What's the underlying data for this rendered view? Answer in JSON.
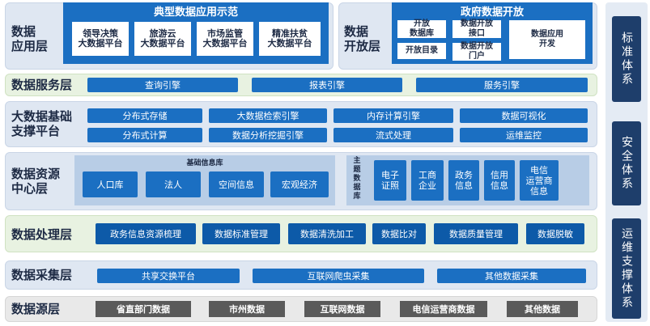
{
  "application_layer": {
    "label": "数据\n应用层",
    "demo_title": "典型数据应用示范",
    "demo_items": [
      "领导决策\n大数据平台",
      "旅游云\n大数据平台",
      "市场监管\n大数据平台",
      "精准扶贫\n大数据平台"
    ]
  },
  "open_layer": {
    "label": "数据\n开放层",
    "title": "政府数据开放",
    "items": [
      "开放\n数据库",
      "数据开放\n接口",
      "开放目录",
      "数据开放\n门户",
      "数据应用\n开发"
    ]
  },
  "service_layer": {
    "label": "数据服务层",
    "items": [
      "查询引擎",
      "报表引擎",
      "服务引擎"
    ]
  },
  "platform_layer": {
    "label": "大数据基础\n支撑平台",
    "row1": [
      "分布式存储",
      "大数据检索引擎",
      "内存计算引擎",
      "数据可视化"
    ],
    "row2": [
      "分布式计算",
      "数据分析挖掘引擎",
      "流式处理",
      "运维监控"
    ]
  },
  "resource_layer": {
    "label": "数据资源\n中心层",
    "base_title": "基础信息库",
    "base_items": [
      "人口库",
      "法人",
      "空间信息",
      "宏观经济"
    ],
    "topic_title": "主\n题\n数\n据\n库",
    "topic_items": [
      "电子\n证照",
      "工商\n企业",
      "政务\n信息",
      "信用\n信息",
      "电信\n运营商\n信息"
    ]
  },
  "processing_layer": {
    "label": "数据处理层",
    "items": [
      "政务信息资源梳理",
      "数据标准管理",
      "数据清洗加工",
      "数据比对",
      "数据质量管理",
      "数据脱敏"
    ]
  },
  "collection_layer": {
    "label": "数据采集层",
    "items": [
      "共享交换平台",
      "互联网爬虫采集",
      "其他数据采集"
    ]
  },
  "source_layer": {
    "label": "数据源层",
    "items": [
      "省直部门数据",
      "市州数据",
      "互联网数据",
      "电信运营商数据",
      "其他数据"
    ]
  },
  "side_columns": [
    "标准体系",
    "安全体系",
    "运维支撑体系"
  ],
  "colors": {
    "primary": "#1b6fc2",
    "dark": "#1e3e6b",
    "gray_block": "#5a5a5a"
  }
}
